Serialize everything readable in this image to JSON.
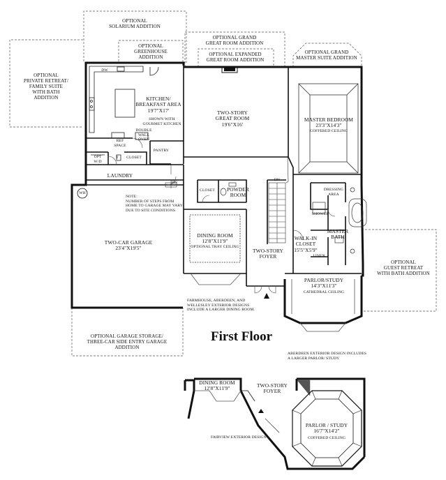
{
  "title": "First Floor",
  "options": {
    "solarium": [
      "OPTIONAL",
      "SOLARIUM ADDITION"
    ],
    "grand_great_room": [
      "OPTIONAL GRAND",
      "GREAT ROOM ADDITION"
    ],
    "expanded_great_room": [
      "OPTIONAL EXPANDED",
      "GREAT ROOM ADDITION"
    ],
    "grand_master_suite": [
      "OPTIONAL GRAND",
      "MASTER SUITE ADDITION"
    ],
    "greenhouse": [
      "OPTIONAL",
      "GREENHOUSE",
      "ADDITION"
    ],
    "private_retreat": [
      "OPTIONAL",
      "PRIVATE RETREAT/",
      "FAMILY SUITE",
      "WITH BATH",
      "ADDITION"
    ],
    "guest_retreat": [
      "OPTIONAL",
      "GUEST RETREAT",
      "WITH BATH ADDITION"
    ],
    "garage_storage": [
      "OPTIONAL GARAGE STORAGE/",
      "THREE-CAR SIDE ENTRY GARAGE",
      "ADDITION"
    ]
  },
  "rooms": {
    "kitchen": [
      "KITCHEN/",
      "BREAKFAST AREA",
      "19'7\"X17'"
    ],
    "kitchen_note": [
      "SHOWN WITH",
      "GOURMET KITCHEN"
    ],
    "double_oven": [
      "DOUBLE",
      "WALL",
      "OVEN"
    ],
    "ref_space": [
      "REF",
      "SPACE"
    ],
    "dw": "DW",
    "pantry": "PANTRY",
    "closet_kitchen": "CLOSET",
    "opt_wd": [
      "OPT",
      "W/D"
    ],
    "t": "T",
    "laundry": "LAUNDRY",
    "great_room": [
      "TWO-STORY",
      "GREAT ROOM",
      "19'6\"X16'"
    ],
    "master_bedroom": [
      "MASTER BEDROOM",
      "23'3\"X14'3\""
    ],
    "master_bedroom_note": "COFFERED CEILING",
    "dressing": [
      "DRESSING",
      "AREA"
    ],
    "shower": "SHOWER",
    "master_bath": [
      "MASTER",
      "BATH"
    ],
    "walkin_closet": [
      "WALK-IN",
      "CLOSET",
      "15'5\"X5'9\""
    ],
    "linen": "LINEN",
    "closet_powder": "CLOSET",
    "powder": [
      "POWDER",
      "ROOM"
    ],
    "dn_left": "DN",
    "dn_stair": "DN",
    "wh": "WH",
    "steps_note": [
      "NOTE:",
      "NUMBER OF STEPS FROM",
      "HOME TO GARAGE MAY VARY",
      "DUE TO SITE CONDITIONS"
    ],
    "garage": [
      "TWO-CAR GARAGE",
      "23'4\"X19'5\""
    ],
    "dining": [
      "DINING ROOM",
      "12'8\"X11'9\""
    ],
    "dining_note": "OPTIONAL TRAY CEILING",
    "foyer": [
      "TWO-STORY",
      "FOYER"
    ],
    "parlor": [
      "PARLOR/STUDY",
      "14'3\"X11'3\""
    ],
    "parlor_note": "CATHEDRAL CEILING",
    "farmhouse_note": [
      "FARMHOUSE, ABERDEEN, AND",
      "WELLESLEY EXTERIOR DESIGNS",
      "INCLUDE A LARGER DINING ROOM."
    ],
    "aberdeen_note": [
      "ABERDEEN EXTERIOR DESIGN INCLUDES",
      "A LARGER PARLOR/ STUDY"
    ]
  },
  "inset": {
    "dining": [
      "DINING ROOM",
      "12'8\"X11'9\""
    ],
    "foyer": [
      "TWO-STORY",
      "FOYER"
    ],
    "parlor": [
      "PARLOR / STUDY",
      "16'7\"X14'2\""
    ],
    "parlor_note": "COFFERED CEILING",
    "fairview_note": "FAIRVIEW EXTERIOR DESIGN"
  }
}
